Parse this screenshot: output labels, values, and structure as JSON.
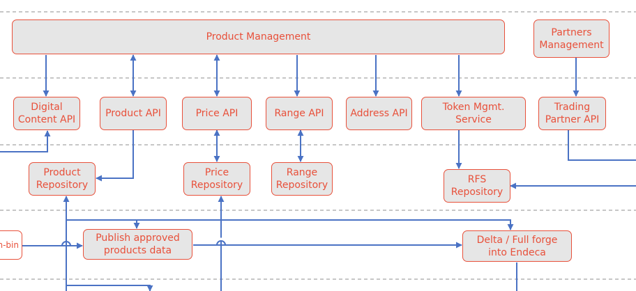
{
  "colors": {
    "node_border": "#e8503a",
    "node_text": "#e8503a",
    "node_fill": "#e6e6e6",
    "arrow": "#4a72c4",
    "divider": "#8c8c8c"
  },
  "nodes": {
    "product_management": "Product  Management",
    "partners_management": "Partners\nManagement",
    "digital_content_api": "Digital\nContent API",
    "product_api": "Product API",
    "price_api": "Price API",
    "range_api": "Range API",
    "address_api": "Address API",
    "token_mgmt_service": "Token Mgmt.\nService",
    "trading_partner_api": "Trading\nPartner API",
    "product_repository": "Product\nRepository",
    "price_repository": "Price\nRepository",
    "range_repository": "Range\nRepository",
    "rfs_repository": "RFS\nRepository",
    "publish_approved": "Publish approved\nproducts data",
    "delta_full_forge": "Delta / Full forge\ninto Endeca",
    "cut_off_source": "n-bin"
  }
}
